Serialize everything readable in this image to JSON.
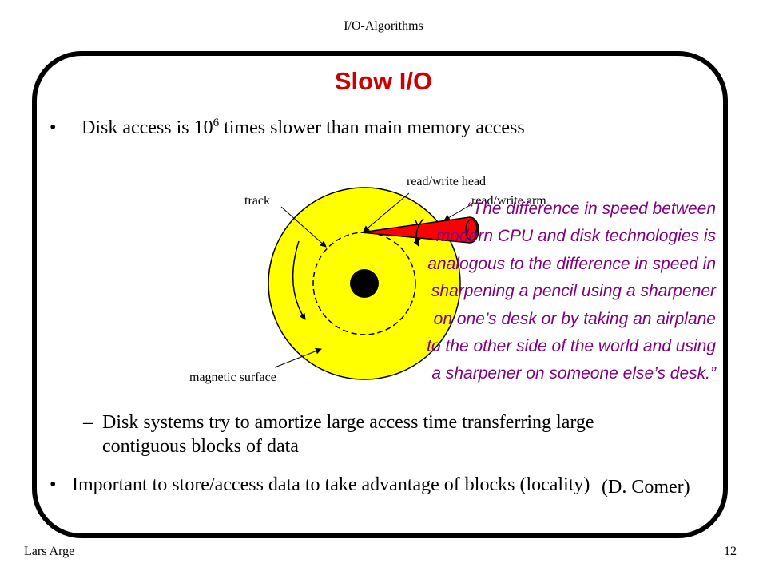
{
  "header": {
    "title": "I/O-Algorithms"
  },
  "slide": {
    "title": "Slow I/O",
    "bullet1": {
      "marker": "•",
      "text_before": "Disk access is 10",
      "exponent": "6",
      "text_after": " times slower than main memory access"
    },
    "subbullet": {
      "marker": "–",
      "line1": "Disk systems try to amortize large access time transferring large",
      "line2": "contiguous blocks of data"
    },
    "bullet2": {
      "marker": "•",
      "text": "Important to store/access data to take advantage of blocks (locality)"
    }
  },
  "diagram": {
    "labels": {
      "read_write_head": "read/write head",
      "track": "track",
      "read_write_arm": "read/write arm",
      "magnetic_surface": "magnetic surface"
    },
    "colors": {
      "disk": "#ffff00",
      "arm": "#ff0000",
      "title": "#cc0000",
      "quote": "#800080"
    }
  },
  "quote": {
    "text": "“The difference in speed between modern CPU and disk technologies is analogous to the difference in speed in sharpening a pencil using a sharpener on one’s desk or by taking an airplane to the other side of the world and using a sharpener on someone else’s desk.”",
    "citation": "(D. Comer)"
  },
  "footer": {
    "author": "Lars Arge",
    "page": "12"
  }
}
